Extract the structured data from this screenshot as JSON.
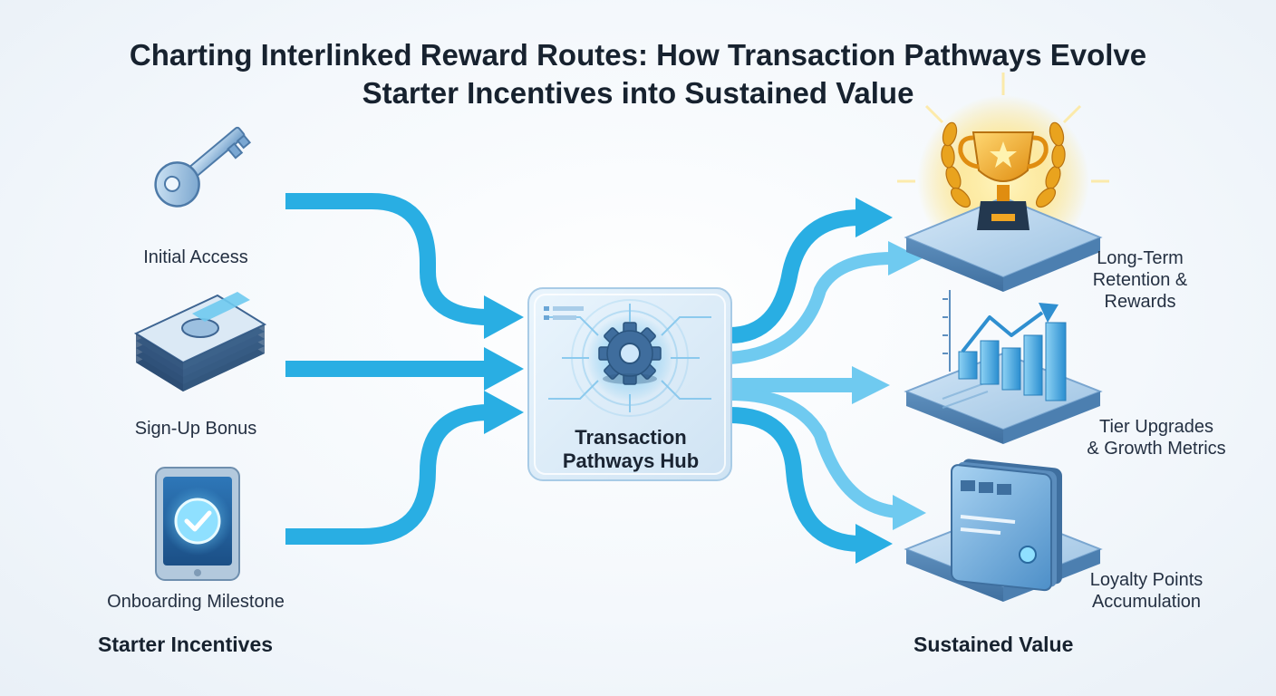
{
  "title": {
    "line1": "Charting Interlinked Reward Routes: How Transaction Pathways Evolve",
    "line2": "Starter Incentives into Sustained Value"
  },
  "starter": {
    "heading": "Starter Incentives",
    "items": [
      {
        "label": "Initial Access",
        "icon": "key-icon"
      },
      {
        "label": "Sign-Up Bonus",
        "icon": "cash-stack-icon"
      },
      {
        "label": "Onboarding Milestone",
        "icon": "tablet-checkmark-icon"
      }
    ]
  },
  "hub": {
    "line1": "Transaction",
    "line2": "Pathways Hub",
    "icon": "gear-circuit-icon"
  },
  "sustained": {
    "heading": "Sustained Value",
    "items": [
      {
        "line1": "Long-Term",
        "line2": "Retention &",
        "line3": "Rewards",
        "icon": "trophy-icon"
      },
      {
        "line1": "Tier Upgrades",
        "line2": "& Growth Metrics",
        "icon": "bar-chart-icon"
      },
      {
        "line1": "Loyalty Points",
        "line2": "Accumulation",
        "icon": "loyalty-cards-icon"
      }
    ]
  },
  "colors": {
    "arrow": "#29aee3",
    "arrow_light": "#6fcaf0",
    "title": "#17222f",
    "platform": "#8fb8dc",
    "gold": "#f1a623"
  }
}
